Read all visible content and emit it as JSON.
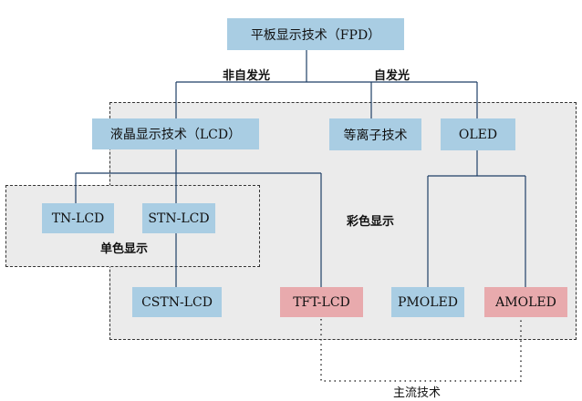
{
  "nodes": {
    "fpd": "平板显示技术（FPD）",
    "lcd": "液晶显示技术（LCD）",
    "plasma": "等离子技术",
    "oled": "OLED",
    "tn_lcd": "TN-LCD",
    "stn_lcd": "STN-LCD",
    "cstn_lcd": "CSTN-LCD",
    "tft_lcd": "TFT-LCD",
    "pmoled": "PMOLED",
    "amoled": "AMOLED"
  },
  "edge_labels": {
    "non_emissive": "非自发光",
    "emissive": "自发光"
  },
  "groups": {
    "mono": "单色显示",
    "color": "彩色显示",
    "mainstream": "主流技术"
  },
  "colors": {
    "node_fill": "#a9cde3",
    "highlight_fill": "#e8aaad",
    "group_fill": "#ebebeb",
    "line": "#1f3f66"
  }
}
